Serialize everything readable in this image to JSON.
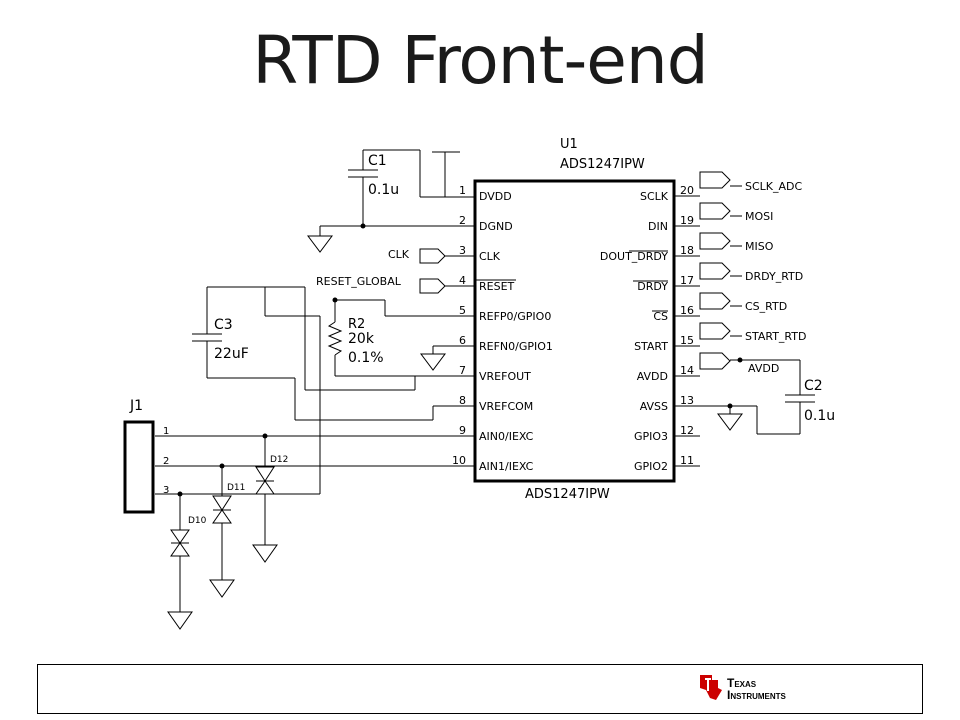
{
  "title": "RTD Front-end",
  "ic": {
    "ref": "U1",
    "part_top": "ADS1247IPW",
    "part_bottom": "ADS1247IPW",
    "left_pins": [
      {
        "num": "1",
        "name": "DVDD"
      },
      {
        "num": "2",
        "name": "DGND"
      },
      {
        "num": "3",
        "name": "CLK"
      },
      {
        "num": "4",
        "name": "RESET"
      },
      {
        "num": "5",
        "name": "REFP0/GPIO0"
      },
      {
        "num": "6",
        "name": "REFN0/GPIO1"
      },
      {
        "num": "7",
        "name": "VREFOUT"
      },
      {
        "num": "8",
        "name": "VREFCOM"
      },
      {
        "num": "9",
        "name": "AIN0/IEXC"
      },
      {
        "num": "10",
        "name": "AIN1/IEXC"
      }
    ],
    "right_pins": [
      {
        "num": "20",
        "name": "SCLK"
      },
      {
        "num": "19",
        "name": "DIN"
      },
      {
        "num": "18",
        "name": "DOUT_DRDY"
      },
      {
        "num": "17",
        "name": "DRDY"
      },
      {
        "num": "16",
        "name": "CS"
      },
      {
        "num": "15",
        "name": "START"
      },
      {
        "num": "14",
        "name": "AVDD"
      },
      {
        "num": "13",
        "name": "AVSS"
      },
      {
        "num": "12",
        "name": "GPIO3"
      },
      {
        "num": "11",
        "name": "GPIO2"
      }
    ]
  },
  "nets_right": [
    "SCLK_ADC",
    "MOSI",
    "MISO",
    "DRDY_RTD",
    "CS_RTD",
    "START_RTD",
    "AVDD"
  ],
  "nets_left": {
    "clk": "CLK",
    "reset": "RESET_GLOBAL"
  },
  "c1": {
    "ref": "C1",
    "value": "0.1u"
  },
  "c2": {
    "ref": "C2",
    "value": "0.1u"
  },
  "c3": {
    "ref": "C3",
    "value": "22uF"
  },
  "r2": {
    "ref": "R2",
    "value": "20k",
    "tol": "0.1%"
  },
  "j1": {
    "ref": "J1",
    "pins": [
      "1",
      "2",
      "3"
    ]
  },
  "diodes": [
    "D12",
    "D11",
    "D10"
  ],
  "footer": {
    "logo_line1": "Texas",
    "logo_line2": "Instruments"
  }
}
